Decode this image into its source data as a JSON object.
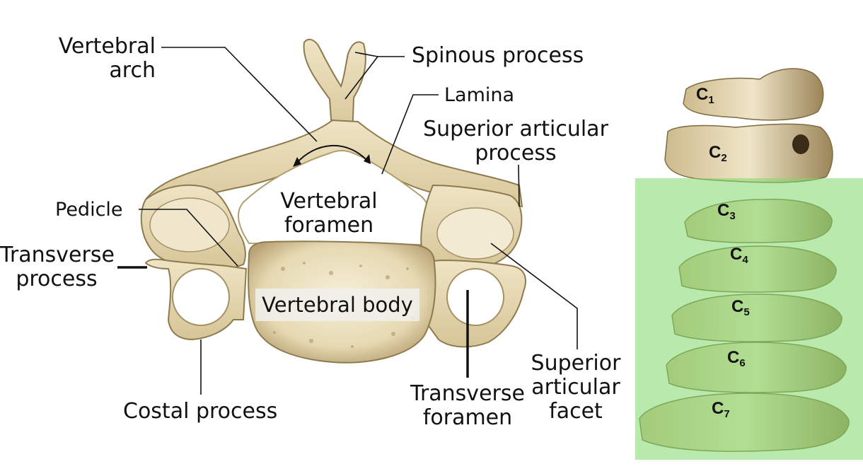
{
  "colors": {
    "bone": "#e8dcb8",
    "bone_light": "#f4ecd6",
    "bone_shadow": "#b9a374",
    "bone_dark": "#7f6a44",
    "highlight": "#7fd86a",
    "line": "#111111"
  },
  "labels": {
    "vertebral_arch": [
      "Vertebral",
      "arch"
    ],
    "spinous_process": "Spinous process",
    "lamina": "Lamina",
    "superior_articular_process": [
      "Superior articular",
      "process"
    ],
    "pedicle": "Pedicle",
    "vertebral_foramen": [
      "Vertebral",
      "foramen"
    ],
    "transverse_process": [
      "Transverse",
      "process"
    ],
    "vertebral_body": "Vertebral body",
    "costal_process": "Costal process",
    "transverse_foramen": [
      "Transverse",
      "foramen"
    ],
    "superior_articular_facet": [
      "Superior",
      "articular",
      "facet"
    ]
  },
  "spine": {
    "highlighted_levels": [
      "C",
      "C",
      "C",
      "C",
      "C"
    ],
    "vertebrae": [
      {
        "letter": "C",
        "number": "1",
        "highlighted": false
      },
      {
        "letter": "C",
        "number": "2",
        "highlighted": false
      },
      {
        "letter": "C",
        "number": "3",
        "highlighted": true
      },
      {
        "letter": "C",
        "number": "4",
        "highlighted": true
      },
      {
        "letter": "C",
        "number": "5",
        "highlighted": true
      },
      {
        "letter": "C",
        "number": "6",
        "highlighted": true
      },
      {
        "letter": "C",
        "number": "7",
        "highlighted": true
      }
    ]
  }
}
